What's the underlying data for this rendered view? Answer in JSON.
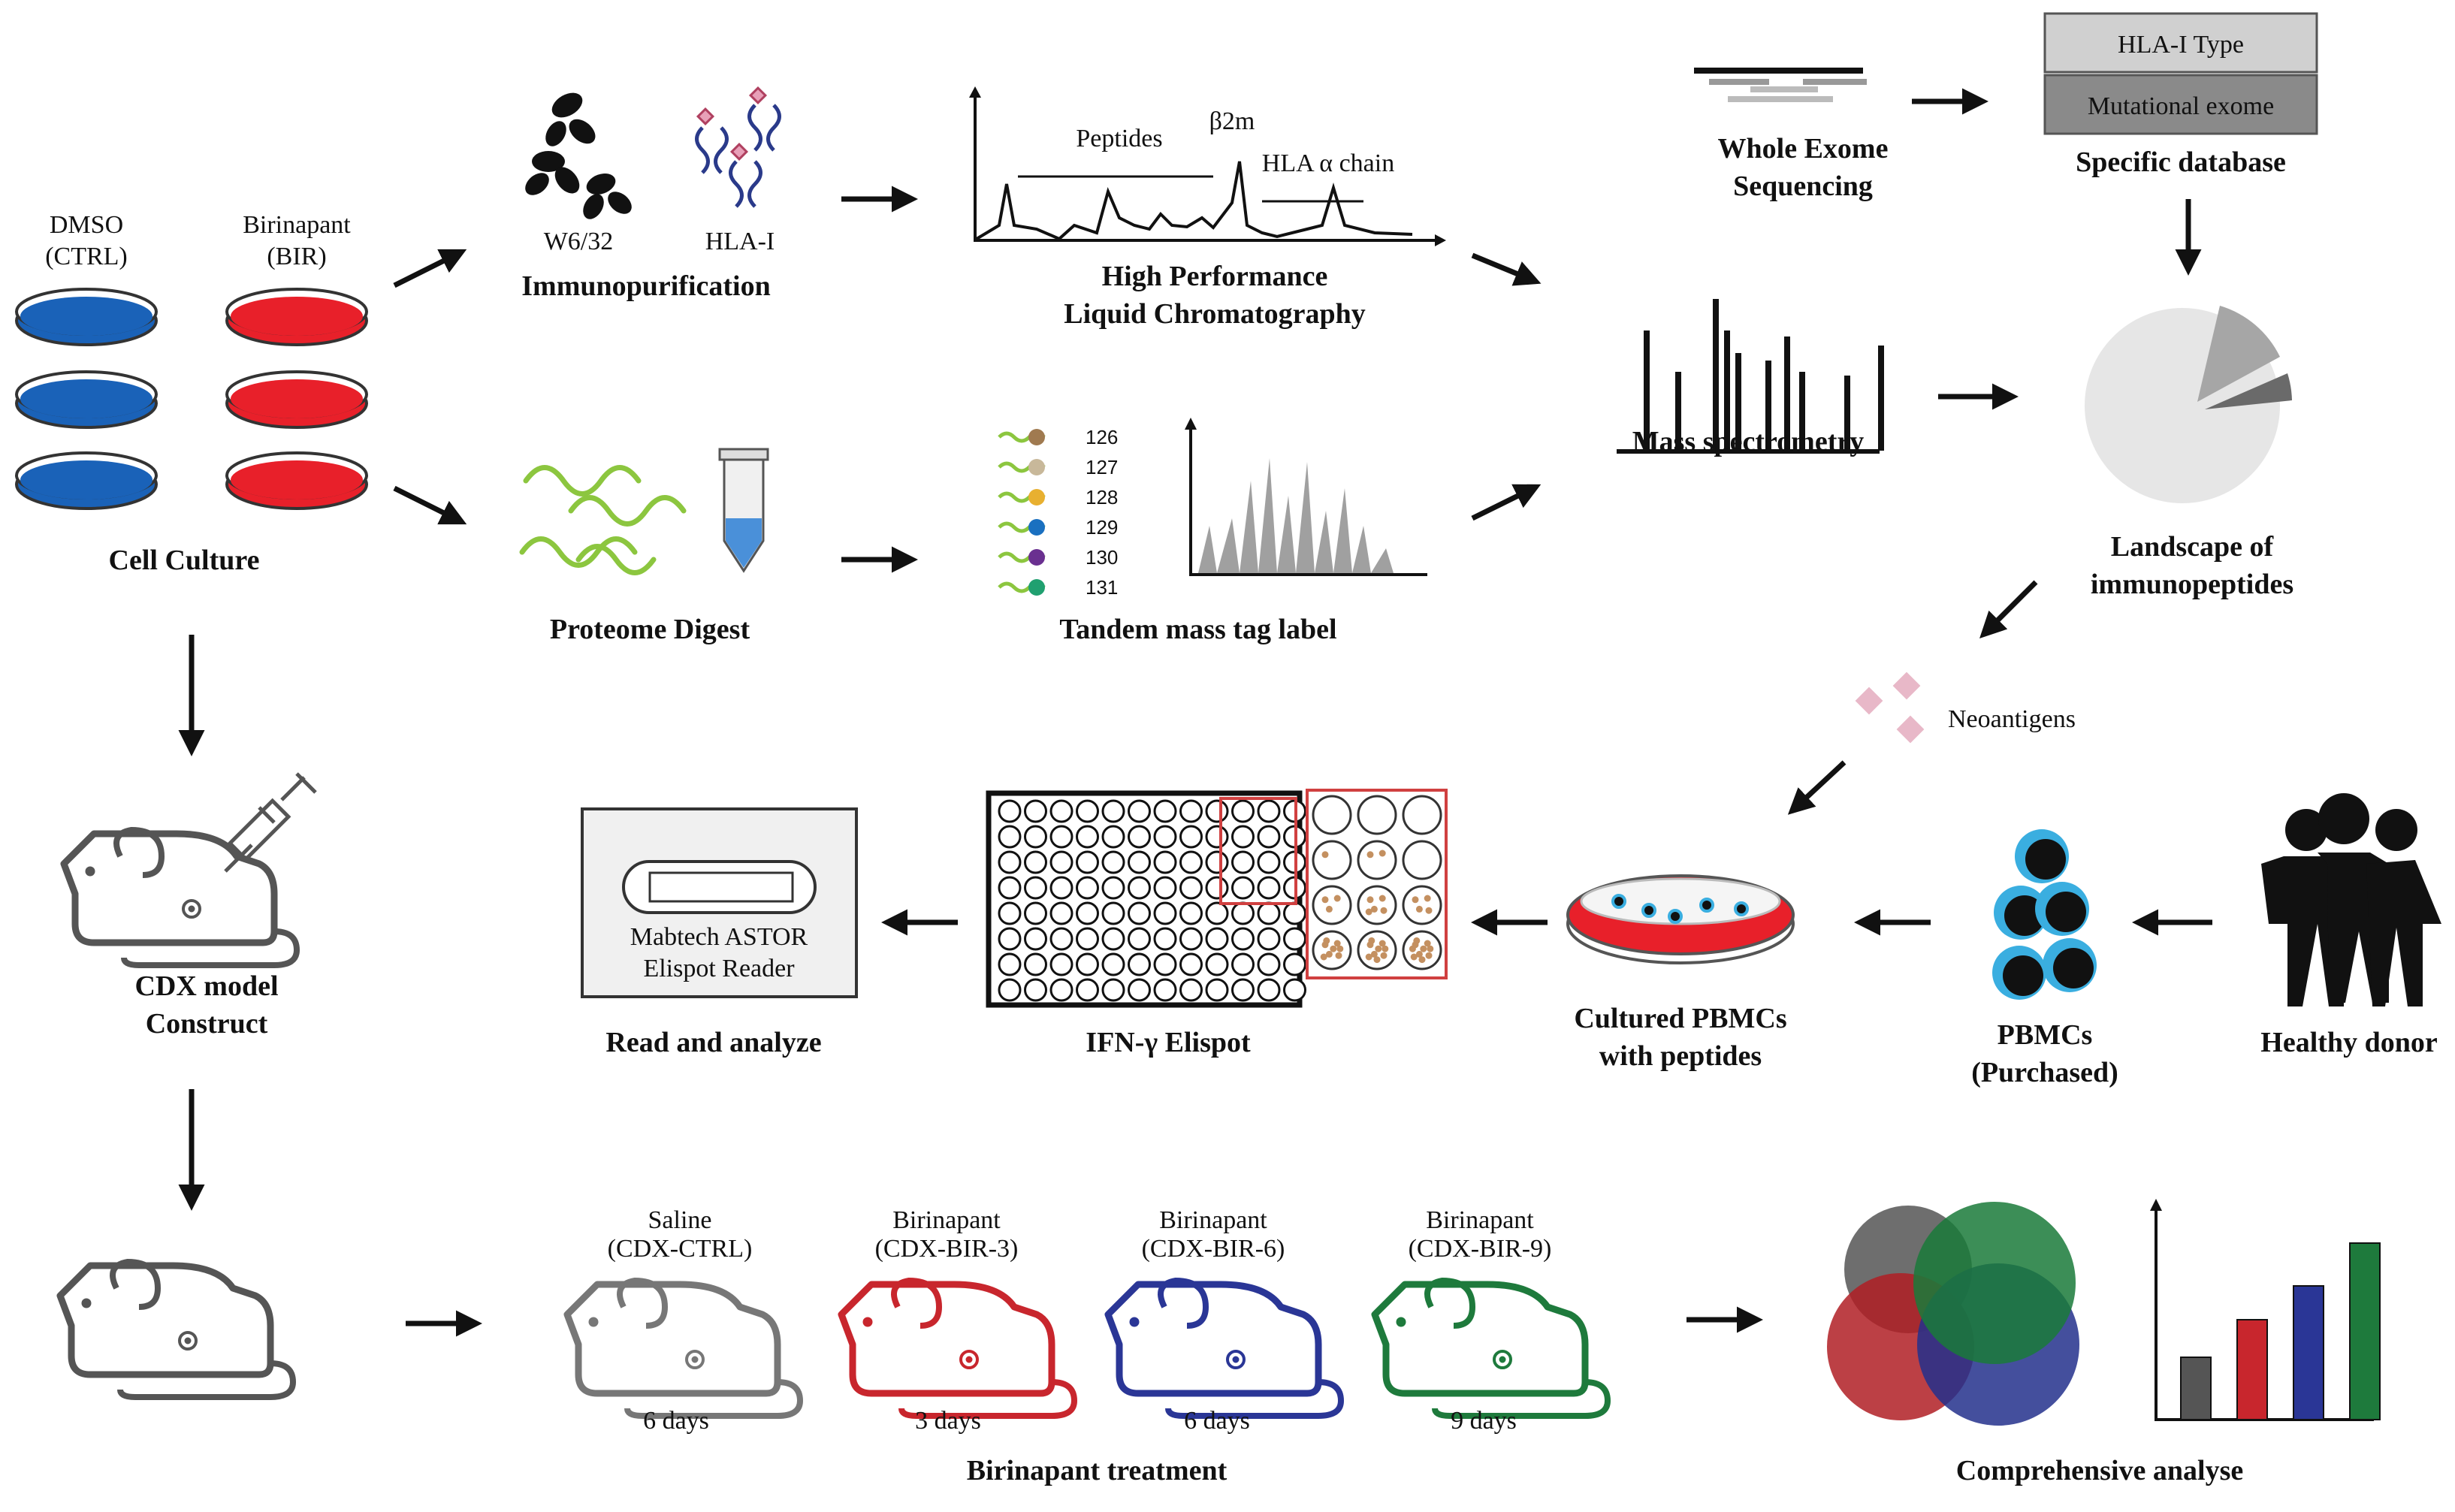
{
  "colors": {
    "ctrl": "#1a62b8",
    "bir": "#e8202a",
    "grey": "#6e6e6e",
    "red_mouse": "#c8262d",
    "blue_mouse": "#2a3696",
    "green_mouse": "#1e7a3c",
    "neoantigen": "#e8b8c8",
    "pbmc_ring": "#3aaee0"
  },
  "cell_culture": {
    "ctrl_label_1": "DMSO",
    "ctrl_label_2": "(CTRL)",
    "bir_label_1": "Birinapant",
    "bir_label_2": "(BIR)",
    "title": "Cell Culture"
  },
  "immunopurification": {
    "antibody_1": "W6/32",
    "antibody_2": "HLA-I",
    "title": "Immunopurification"
  },
  "hplc": {
    "peak_peptides": "Peptides",
    "peak_b2m": "β2m",
    "peak_hla": "HLA α chain",
    "title_1": "High Performance",
    "title_2": "Liquid Chromatography"
  },
  "wes": {
    "title_1": "Whole Exome",
    "title_2": "Sequencing"
  },
  "database": {
    "box_1": "HLA-I Type",
    "box_2": "Mutational exome",
    "title": "Specific database"
  },
  "mass_spec": {
    "title": "Mass spectrometry"
  },
  "landscape": {
    "title_1": "Landscape of",
    "title_2": "immunopeptides"
  },
  "proteome": {
    "title": "Proteome Digest"
  },
  "tmt": {
    "tags": [
      "126",
      "127",
      "128",
      "129",
      "130",
      "131"
    ],
    "title": "Tandem mass tag label"
  },
  "neoantigens": {
    "label": "Neoantigens"
  },
  "cdx": {
    "title_1": "CDX model",
    "title_2": "Construct"
  },
  "reader": {
    "line_1": "Mabtech ASTOR",
    "line_2": "Elispot Reader",
    "title": "Read and analyze"
  },
  "elispot": {
    "title": "IFN-γ Elispot"
  },
  "cultured": {
    "title_1": "Cultured PBMCs",
    "title_2": "with peptides"
  },
  "pbmc": {
    "title_1": "PBMCs",
    "title_2": "(Purchased)"
  },
  "donor": {
    "title": "Healthy donor"
  },
  "treatment": {
    "groups": [
      {
        "line_1": "Saline",
        "line_2": "(CDX-CTRL)",
        "days": "6 days"
      },
      {
        "line_1": "Birinapant",
        "line_2": "(CDX-BIR-3)",
        "days": "3 days"
      },
      {
        "line_1": "Birinapant",
        "line_2": "(CDX-BIR-6)",
        "days": "6 days"
      },
      {
        "line_1": "Birinapant",
        "line_2": "(CDX-BIR-9)",
        "days": "9 days"
      }
    ],
    "title": "Birinapant treatment"
  },
  "analysis": {
    "title": "Comprehensive analyse"
  }
}
